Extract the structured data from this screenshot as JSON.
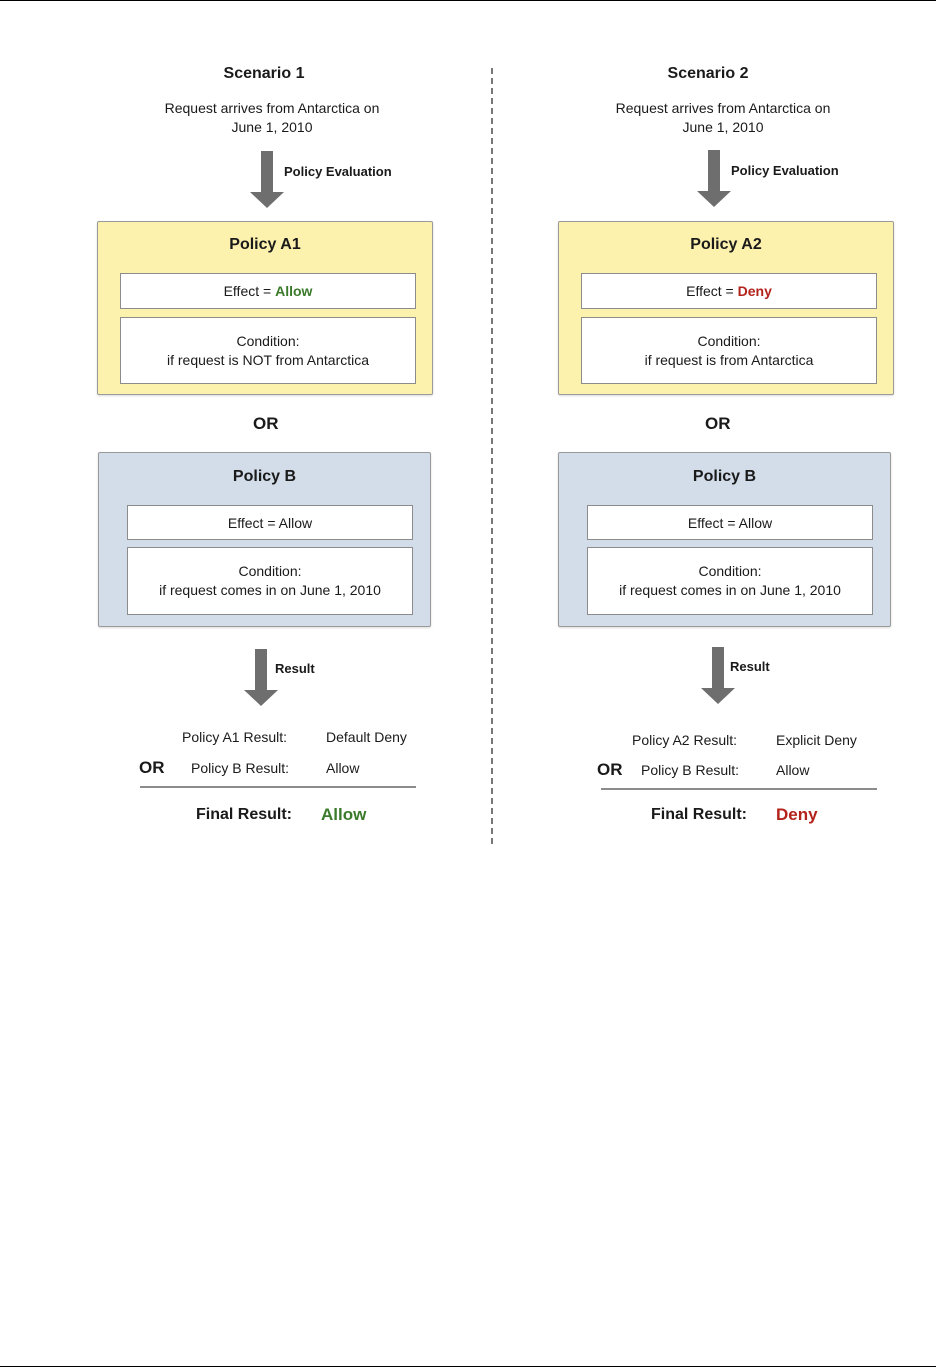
{
  "scenario1": {
    "title": "Scenario 1",
    "request_line1": "Request arrives from Antarctica on",
    "request_line2": "June 1, 2010",
    "arrow_label": "Policy Evaluation",
    "policy_a": {
      "title": "Policy A1",
      "effect_prefix": "Effect = ",
      "effect_value": "Allow",
      "condition_label": "Condition:",
      "condition_text": "if request is NOT from Antarctica"
    },
    "or_label": "OR",
    "policy_b": {
      "title": "Policy B",
      "effect": "Effect = Allow",
      "condition_label": "Condition:",
      "condition_text": "if request comes in on June 1, 2010"
    },
    "result_arrow_label": "Result",
    "result_a_label": "Policy A1 Result:",
    "result_a_value": "Default Deny",
    "result_or": "OR",
    "result_b_label": "Policy B Result:",
    "result_b_value": "Allow",
    "final_label": "Final Result:",
    "final_value": "Allow"
  },
  "scenario2": {
    "title": "Scenario 2",
    "request_line1": "Request arrives from Antarctica on",
    "request_line2": "June 1, 2010",
    "arrow_label": "Policy Evaluation",
    "policy_a": {
      "title": "Policy A2",
      "effect_prefix": "Effect = ",
      "effect_value": "Deny",
      "condition_label": "Condition:",
      "condition_text": "if request is from Antarctica"
    },
    "or_label": "OR",
    "policy_b": {
      "title": "Policy B",
      "effect": "Effect = Allow",
      "condition_label": "Condition:",
      "condition_text": "if request comes in on June 1, 2010"
    },
    "result_arrow_label": "Result",
    "result_a_label": "Policy A2 Result:",
    "result_a_value": "Explicit Deny",
    "result_or": "OR",
    "result_b_label": "Policy B Result:",
    "result_b_value": "Allow",
    "final_label": "Final Result:",
    "final_value": "Deny"
  },
  "colors": {
    "allow": "#3a7a2a",
    "deny": "#b3221b",
    "policy_a_fill": "#fcf1ad",
    "policy_b_fill": "#d3dde9"
  }
}
